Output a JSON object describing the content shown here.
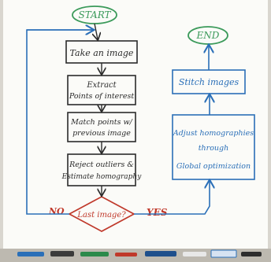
{
  "diagram": {
    "start": "START",
    "end": "END",
    "left_column": {
      "step1": "Take an image",
      "step2_line1": "Extract",
      "step2_line2": "Points of interest",
      "step3_line1": "Match points w/",
      "step3_line2": "previous image",
      "step4_line1": "Reject outliers &",
      "step4_line2": "Estimate homography"
    },
    "decision": "Last image?",
    "no_label": "NO",
    "yes_label": "YES",
    "right_column": {
      "stitch": "Stitch images",
      "adjust_line1": "Adjust homographies",
      "adjust_line2": "through",
      "adjust_line3": "Global optimization"
    }
  },
  "colors": {
    "ink_black": "#2b2b2b",
    "ink_blue": "#2a6fb8",
    "ink_green": "#3b9a5a",
    "ink_red": "#c0392b",
    "board": "#fbfbf8"
  }
}
